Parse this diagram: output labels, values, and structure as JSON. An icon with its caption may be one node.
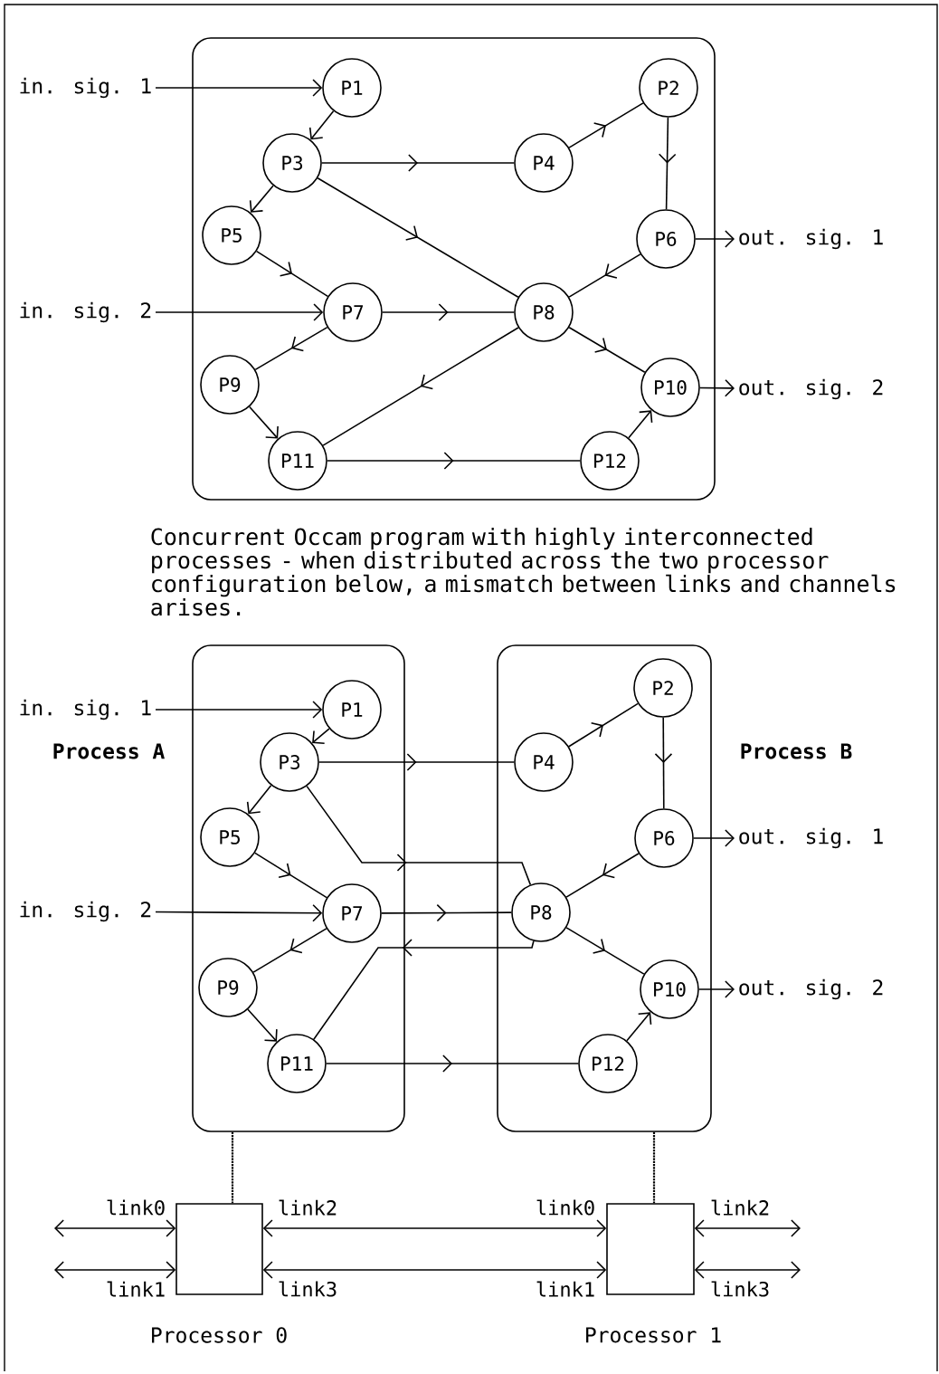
{
  "diagram": {
    "caption": "Concurrent Occam program with highly interconnected processes - when distributed across the two processor configuration below, a mismatch between links and channels arises.",
    "nodes": [
      {
        "text": [],
        "shape": "box"
      },
      {
        "text": [
          "in. sig. 1"
        ]
      },
      {
        "text": [
          "in. sig. 2"
        ]
      },
      {
        "text": [
          "out. sig. 1"
        ]
      },
      {
        "text": [
          "out. sig. 2"
        ]
      },
      {
        "text": [
          "P1"
        ],
        "in": 0
      },
      {
        "text": [
          "P2"
        ],
        "in": 0
      },
      {
        "text": [
          "P3"
        ],
        "in": 0
      },
      {
        "text": [
          "P4"
        ],
        "in": 0
      },
      {
        "text": [
          "P5"
        ],
        "in": 0
      },
      {
        "text": [
          "P6"
        ],
        "in": 0
      },
      {
        "text": [
          "P7"
        ],
        "in": 0
      },
      {
        "text": [
          "P8"
        ],
        "in": 0
      },
      {
        "text": [
          "P9"
        ],
        "in": 0
      },
      {
        "text": [
          "P10"
        ],
        "in": 0
      },
      {
        "text": [
          "P11"
        ],
        "in": 0
      },
      {
        "text": [
          "P12"
        ],
        "in": 0
      },
      {
        "text": [
          "in. sig. 1"
        ]
      },
      {
        "text": [
          "in. sig. 2"
        ]
      },
      {
        "text": [
          "out. sig. 1"
        ]
      },
      {
        "text": [
          "out. sig. 2"
        ]
      },
      {
        "text": [
          "Process A"
        ]
      },
      {
        "text": [
          "Process B"
        ]
      },
      {
        "text": [
          "P1"
        ],
        "in": 21
      },
      {
        "text": [
          "P3"
        ],
        "in": 21
      },
      {
        "text": [
          "P5"
        ],
        "in": 21
      },
      {
        "text": [
          "P7"
        ],
        "in": 21
      },
      {
        "text": [
          "P9"
        ],
        "in": 21
      },
      {
        "text": [
          "P11"
        ],
        "in": 21
      },
      {
        "text": [
          "P2"
        ],
        "in": 22
      },
      {
        "text": [
          "P4"
        ],
        "in": 22
      },
      {
        "text": [
          "P6"
        ],
        "in": 22
      },
      {
        "text": [
          "P8"
        ],
        "in": 22
      },
      {
        "text": [
          "P10"
        ],
        "in": 22
      },
      {
        "text": [
          "P12"
        ],
        "in": 22
      },
      {
        "text": [
          "Processor 0"
        ]
      },
      {
        "text": [
          "Processor 1"
        ]
      }
    ],
    "edges": [
      {
        "from": 1,
        "to": 5,
        "arrow": "to"
      },
      {
        "from": 5,
        "to": 7,
        "arrow": "to"
      },
      {
        "from": 7,
        "to": 8,
        "arrow": "to"
      },
      {
        "from": 8,
        "to": 6,
        "arrow": "to"
      },
      {
        "from": 6,
        "to": 10,
        "arrow": "to"
      },
      {
        "from": 7,
        "to": 9,
        "arrow": "to"
      },
      {
        "from": 7,
        "to": 12,
        "arrow": "to"
      },
      {
        "from": 9,
        "to": 11,
        "arrow": "to"
      },
      {
        "from": 2,
        "to": 11,
        "arrow": "to"
      },
      {
        "from": 11,
        "to": 12,
        "arrow": "to"
      },
      {
        "from": 10,
        "to": 12,
        "arrow": "to"
      },
      {
        "from": 10,
        "to": 3,
        "arrow": "to"
      },
      {
        "from": 11,
        "to": 13,
        "arrow": "to"
      },
      {
        "from": 12,
        "to": 14,
        "arrow": "to"
      },
      {
        "from": 12,
        "to": 15,
        "arrow": "to"
      },
      {
        "from": 13,
        "to": 15,
        "arrow": "to"
      },
      {
        "from": 15,
        "to": 16,
        "arrow": "to"
      },
      {
        "from": 16,
        "to": 14,
        "arrow": "to"
      },
      {
        "from": 14,
        "to": 4,
        "arrow": "to"
      },
      {
        "from": 17,
        "to": 23,
        "arrow": "to"
      },
      {
        "from": 23,
        "to": 24,
        "arrow": "to"
      },
      {
        "from": 24,
        "to": 30,
        "arrow": "to"
      },
      {
        "from": 30,
        "to": 29,
        "arrow": "to"
      },
      {
        "from": 29,
        "to": 31,
        "arrow": "to"
      },
      {
        "from": 24,
        "to": 25,
        "arrow": "to"
      },
      {
        "from": 24,
        "to": 32,
        "arrow": "to"
      },
      {
        "from": 25,
        "to": 26,
        "arrow": "to"
      },
      {
        "from": 18,
        "to": 26,
        "arrow": "to"
      },
      {
        "from": 26,
        "to": 32,
        "arrow": "to"
      },
      {
        "from": 31,
        "to": 32,
        "arrow": "to"
      },
      {
        "from": 31,
        "to": 19,
        "arrow": "to"
      },
      {
        "from": 26,
        "to": 27,
        "arrow": "to"
      },
      {
        "from": 32,
        "to": 33,
        "arrow": "to"
      },
      {
        "from": 32,
        "to": 28,
        "arrow": "to"
      },
      {
        "from": 27,
        "to": 28,
        "arrow": "to"
      },
      {
        "from": 28,
        "to": 34,
        "arrow": "to"
      },
      {
        "from": 34,
        "to": 33,
        "arrow": "to"
      },
      {
        "from": 33,
        "to": 20,
        "arrow": "to"
      },
      {
        "from": 21,
        "to": 35,
        "arrow": "none",
        "style": "dashed"
      },
      {
        "from": 22,
        "to": 36,
        "arrow": "none",
        "style": "dashed"
      },
      {
        "from": 35,
        "to": null,
        "arrow": "both"
      },
      {
        "from": 35,
        "to": null,
        "arrow": "both"
      },
      {
        "from": 35,
        "to": 36,
        "arrow": "both"
      },
      {
        "from": 35,
        "to": 36,
        "arrow": "both"
      },
      {
        "from": 36,
        "to": null,
        "arrow": "both"
      },
      {
        "from": 36,
        "to": null,
        "arrow": "both"
      }
    ],
    "labels": [
      "link0",
      "link2",
      "link0",
      "link2",
      "link1",
      "link3",
      "link1",
      "link3"
    ]
  }
}
